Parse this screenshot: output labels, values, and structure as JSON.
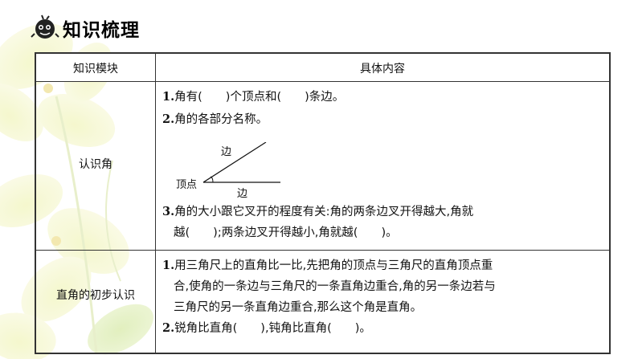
{
  "header": {
    "title": "知识梳理",
    "mascot_icon": "cartoon-mascot"
  },
  "table": {
    "headers": [
      "知识模块",
      "具体内容"
    ],
    "rows": [
      {
        "module": "认识角",
        "lines": [
          {
            "num": "1.",
            "text": "角有(　　)个顶点和(　　)条边。"
          },
          {
            "num": "2.",
            "text": "角的各部分名称。"
          },
          {
            "num": "3.",
            "text": "角的大小跟它叉开的程度有关:角的两条边叉开得越大,角就"
          },
          {
            "num": "",
            "text": "越(　　);两条边叉开得越小,角就越(　　)。"
          }
        ],
        "diagram": {
          "vertex_label": "顶点",
          "edge_top_label": "边",
          "edge_bottom_label": "边"
        }
      },
      {
        "module": "直角的初步认识",
        "lines": [
          {
            "num": "1.",
            "text": "用三角尺上的直角比一比,先把角的顶点与三角尺的直角顶点重"
          },
          {
            "num": "",
            "text": "合,使角的一条边与三角尺的一条直角边重合,角的另一条边若与"
          },
          {
            "num": "",
            "text": "三角尺的另一条直角边重合,那么这个角是直角。"
          },
          {
            "num": "2.",
            "text": "锐角比直角(　　),钝角比直角(　　)。"
          }
        ]
      }
    ]
  }
}
